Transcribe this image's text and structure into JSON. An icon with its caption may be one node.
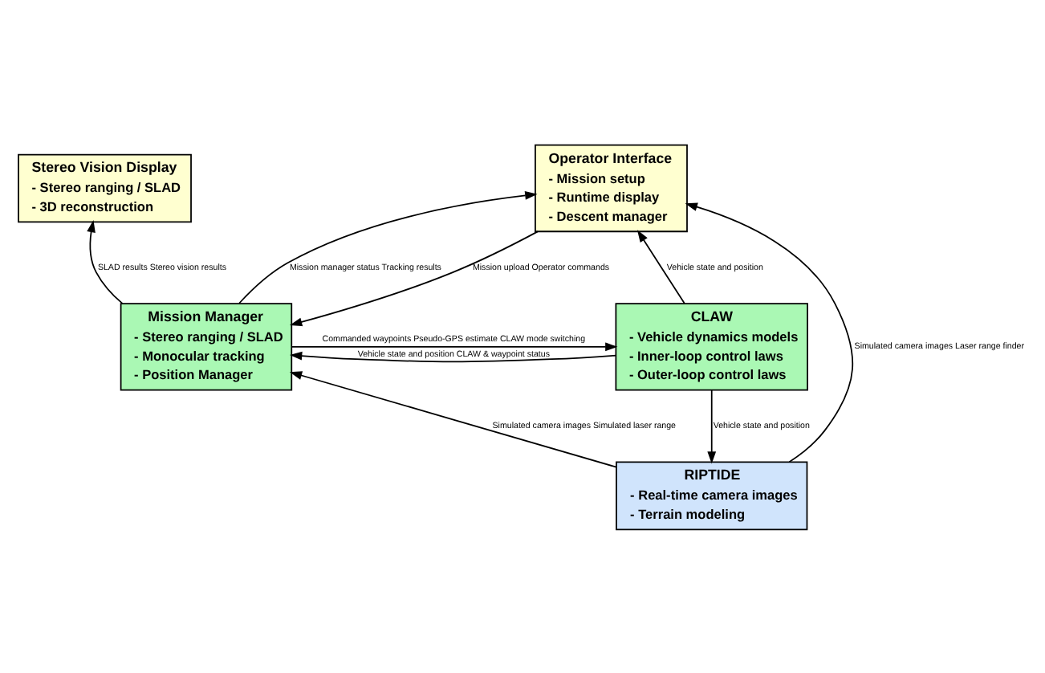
{
  "diagram": {
    "nodes": [
      {
        "text": [
          "Operator Interface",
          "- Mission setup",
          "- Runtime display",
          "- Descent manager"
        ]
      },
      {
        "text": [
          "Stereo Vision Display",
          "- Stereo ranging / SLAD",
          "- 3D reconstruction"
        ]
      },
      {
        "text": [
          "CLAW",
          "- Vehicle dynamics models",
          "- Inner-loop control laws",
          "- Outer-loop control laws"
        ]
      },
      {
        "text": [
          "Mission Manager",
          "- Stereo ranging / SLAD",
          "- Monocular tracking",
          "- Position Manager"
        ]
      },
      {
        "text": [
          "RIPTIDE",
          "- Real-time camera images",
          "- Terrain modeling"
        ]
      }
    ],
    "edges": [
      {
        "from": 2,
        "to": 0,
        "arrow": "to",
        "label": "Vehicle state and position"
      },
      {
        "from": 3,
        "to": 0,
        "arrow": "to",
        "label": "Mission manager status Tracking results"
      },
      {
        "from": 0,
        "to": 3,
        "arrow": "to",
        "label": "Mission upload Operator commands"
      },
      {
        "from": 3,
        "to": 1,
        "arrow": "to",
        "label": "SLAD results Stereo vision results"
      },
      {
        "from": 2,
        "to": 3,
        "arrow": "to",
        "label": "Vehicle state and position CLAW & waypoint status"
      },
      {
        "from": 3,
        "to": 2,
        "arrow": "to",
        "label": "Commanded waypoints Pseudo-GPS estimate CLAW mode switching"
      },
      {
        "from": 2,
        "to": 4,
        "arrow": "to",
        "label": "Vehicle state and position"
      },
      {
        "from": 4,
        "to": 0,
        "arrow": "to",
        "label": "Simulated camera images Laser range finder"
      },
      {
        "from": 4,
        "to": 3,
        "arrow": "to",
        "label": "Simulated camera images Simulated laser range"
      }
    ]
  }
}
